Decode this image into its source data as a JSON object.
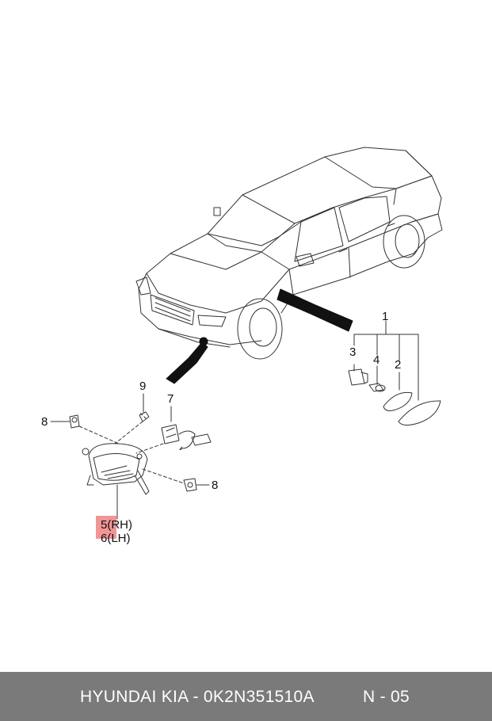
{
  "callouts": {
    "c1": "1",
    "c2": "2",
    "c3": "3",
    "c4": "4",
    "c5": "5(RH)",
    "c6": "6(LH)",
    "c7": "7",
    "c8a": "8",
    "c8b": "8",
    "c9": "9"
  },
  "footer": {
    "part_label": "HYUNDAI  KIA - 0K2N351510A",
    "page_label": "N - 05"
  },
  "colors": {
    "footer_bg": "#7a7a7a",
    "highlight": "#f08a8a",
    "line": "#333333"
  }
}
